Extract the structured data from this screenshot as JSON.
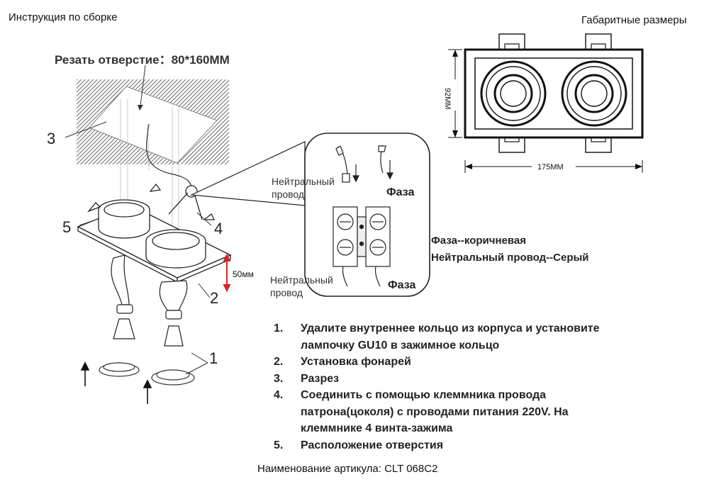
{
  "headings": {
    "assembly": "Инструкция по сборке",
    "dimensions": "Габаритные размеры"
  },
  "assembly": {
    "cut_label": "Резать отверстие：80*160MM",
    "callouts": [
      "1",
      "2",
      "3",
      "4",
      "5"
    ],
    "height_label": "50мм"
  },
  "wiring": {
    "neutral_top": "Нейтральный провод",
    "phase_top": "Фаза",
    "neutral_bottom": "Нейтральный провод",
    "phase_bottom": "Фаза"
  },
  "legend": {
    "brown": "Фаза--коричневая",
    "grey": "Нейтральный провод--Серый"
  },
  "dimensions": {
    "width": "175MM",
    "height": "92MM"
  },
  "steps": [
    {
      "num": "1.",
      "text": "Удалите внутреннее кольцо из корпуса и установите лампочку GU10 в зажимное кольцо"
    },
    {
      "num": "2.",
      "text": "Установка фонарей"
    },
    {
      "num": "3.",
      "text": "Разрез"
    },
    {
      "num": "4.",
      "text": "Соединить с помощью клеммника провода патрона(цоколя) с проводами питания 220V. На клеммнике 4 винта-зажима"
    },
    {
      "num": "5.",
      "text": "Расположение отверстия"
    }
  ],
  "article": "Наименование артикула: CLT 068C2",
  "colors": {
    "height_marker": "#d9232a",
    "line": "#222222"
  }
}
